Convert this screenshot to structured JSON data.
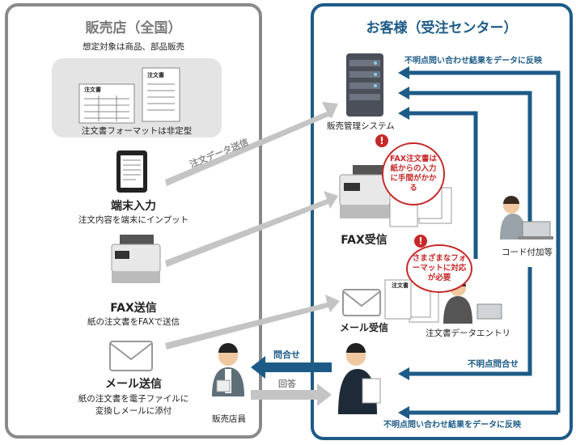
{
  "left_panel": {
    "title": "販売店（全国）",
    "subtitle": "想定対象は商品、部品販売",
    "format_note": "注文書フォーマットは非定型",
    "form_label": "注文書",
    "terminal_title": "端末入力",
    "terminal_desc": "注文内容を端末にインプット",
    "fax_title": "FAX送信",
    "fax_desc": "紙の注文書をFAXで送信",
    "mail_title": "メール送信",
    "mail_desc_1": "紙の注文書を電子ファイルに",
    "mail_desc_2": "変換しメールに添付",
    "staff_label": "販売店員"
  },
  "right_panel": {
    "title": "お客様（受注センター）",
    "system_label": "販売管理システム",
    "fax_receive": "FAX受信",
    "mail_receive": "メール受信",
    "code_label": "コード付加等",
    "entry_label": "注文書データエントリ",
    "form_label": "注文書",
    "bubble_fax": "FAX注文書は紙からの入力に手間がかかる",
    "bubble_format": "さまざまなフォーマットに対応が必要",
    "feedback_top": "不明点問い合わせ結果をデータに反映",
    "feedback_bottom": "不明点問い合わせ結果をデータに反映",
    "unclear_query": "不明点問合せ"
  },
  "connectors": {
    "order_data": "注文データ送信",
    "inquiry": "問合せ",
    "answer": "回答"
  },
  "colors": {
    "blue": "#1d5b87",
    "gray": "#8a8a8a",
    "arrow_gray": "#c4c4c4",
    "red": "#c62828"
  }
}
